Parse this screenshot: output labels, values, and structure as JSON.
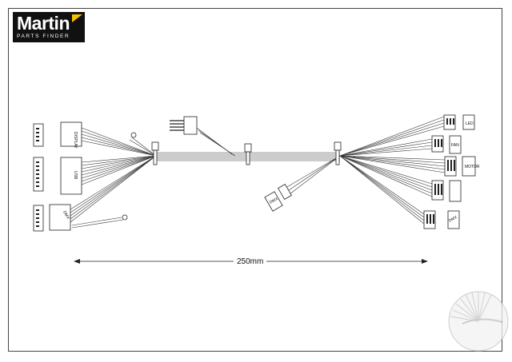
{
  "logo": {
    "brand": "Martin",
    "tagline": "PARTS FINDER"
  },
  "dimension": {
    "label": "250mm"
  },
  "connector_labels": [
    "DISPLAY",
    "USB",
    "DMX",
    "DMX",
    "LED",
    "FAN",
    "MOTOR",
    "DMX"
  ]
}
